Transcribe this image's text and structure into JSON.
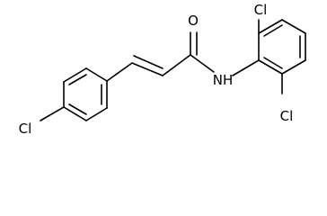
{
  "molecule": {
    "atoms": {
      "cl_para": "Cl",
      "oxygen": "O",
      "nh": "NH",
      "cl_top": "Cl",
      "cl_bottom": "Cl"
    }
  }
}
